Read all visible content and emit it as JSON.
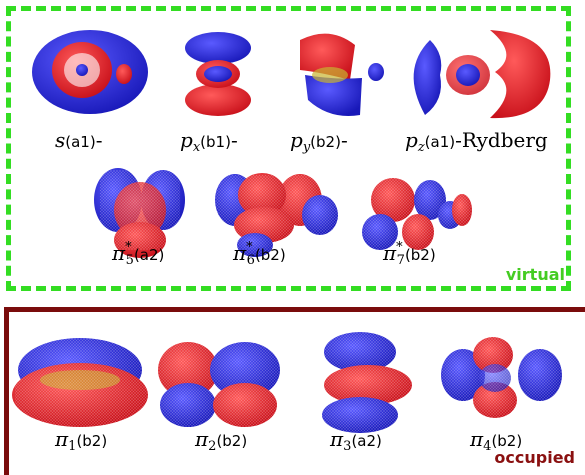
{
  "colors": {
    "virtual_border": "#33dd22",
    "occupied_border": "#7a0c0c",
    "lobe_red": "#e0202a",
    "lobe_blue": "#2a2ae0",
    "molecule": "#c8b430"
  },
  "virtual": {
    "tag": "virtual",
    "rydberg": [
      {
        "symbol": "s",
        "sub": "",
        "sym": "(a1)",
        "suffix": "-"
      },
      {
        "symbol": "p",
        "sub": "x",
        "sym": "(b1)",
        "suffix": "-"
      },
      {
        "symbol": "p",
        "sub": "y",
        "sym": "(b2)",
        "suffix": "-"
      },
      {
        "symbol": "p",
        "sub": "z",
        "sym": "(a1)",
        "suffix": "-Rydberg"
      }
    ],
    "pi_star": [
      {
        "symbol": "π",
        "sup": "*",
        "sub": "5",
        "sym": "(a2)"
      },
      {
        "symbol": "π",
        "sup": "*",
        "sub": "6",
        "sym": "(b2)"
      },
      {
        "symbol": "π",
        "sup": "*",
        "sub": "7",
        "sym": "(b2)"
      }
    ]
  },
  "occupied": {
    "tag": "occupied",
    "pi": [
      {
        "symbol": "π",
        "sub": "1",
        "sym": "(b2)"
      },
      {
        "symbol": "π",
        "sub": "2",
        "sym": "(b2)"
      },
      {
        "symbol": "π",
        "sub": "3",
        "sym": "(a2)"
      },
      {
        "symbol": "π",
        "sub": "4",
        "sym": "(b2)"
      }
    ]
  }
}
